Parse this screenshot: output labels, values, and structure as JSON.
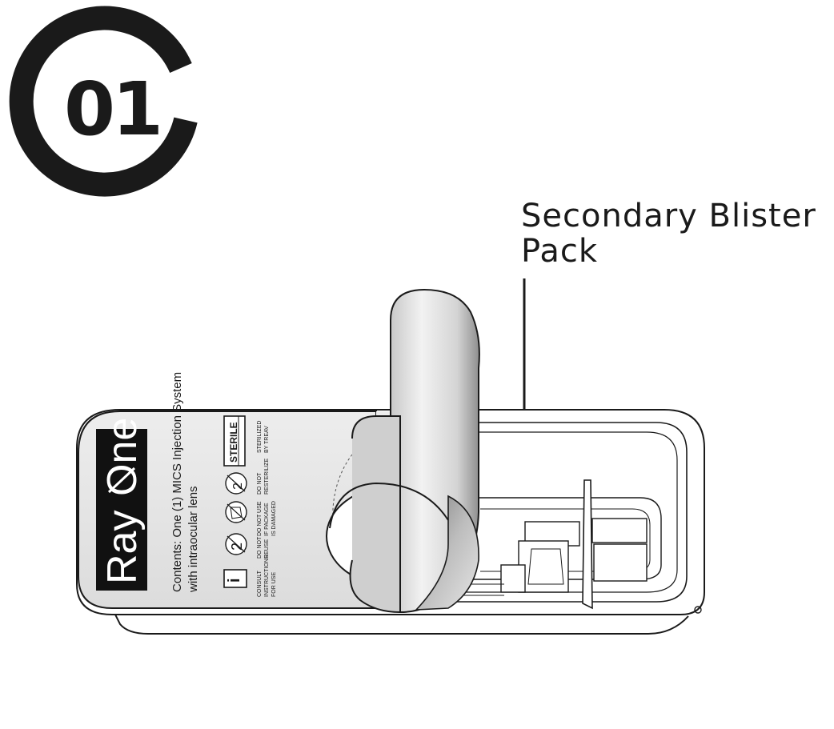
{
  "step": {
    "number": "01"
  },
  "callout": {
    "line1": "Secondary Blister",
    "line2": "Pack"
  },
  "label": {
    "brand_left": "Ray",
    "brand_right": "One",
    "contents_line1": "Contents: One (1) MICS Injection System",
    "contents_line2": "with intraocular lens",
    "sterile": "STERILE",
    "sterile_method_line1": "STERILIZED",
    "sterile_method_line2": "BY TREAV",
    "resterilize_line1": "DO NOT",
    "resterilize_line2": "RESTERILIZE",
    "damaged_line1": "DO NOT USE",
    "damaged_line2": "IF PACKAGE",
    "damaged_line3": "IS DAMAGED",
    "reuse_line1": "DO NOT",
    "reuse_line2": "REUSE",
    "instructions_line1": "CONSULT",
    "instructions_line2": "INSTRUCTIONS",
    "instructions_line3": "FOR USE",
    "sym_do_not_reuse": "2",
    "sym_info": "i",
    "sym_sterilize": "2"
  },
  "colors": {
    "ink": "#1a1a1a",
    "lid": "#e6e6e6",
    "lid_shadow": "#9a9a9a",
    "tray": "#ffffff"
  },
  "icons": [
    "step-ring-icon",
    "callout-arrow-icon",
    "info-book-icon",
    "do-not-reuse-icon",
    "damaged-package-icon",
    "do-not-resterilize-icon"
  ]
}
